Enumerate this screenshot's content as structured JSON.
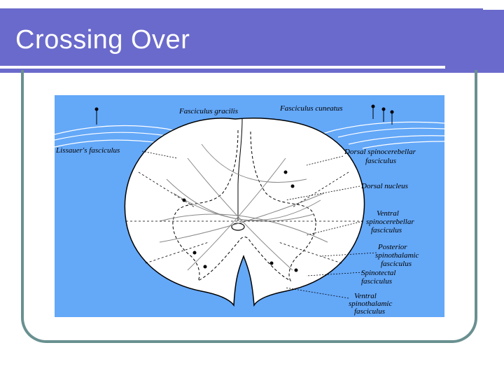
{
  "slide": {
    "title": "Crossing Over"
  },
  "colors": {
    "title_bar": "#6a6acc",
    "frame": "#6a9090",
    "figure_background": "#64a8f8",
    "cord": "#ffffff"
  },
  "diagram": {
    "labels": {
      "fasciculus_gracilis": "Fasciculus gracilis",
      "fasciculus_cuneatus": "Fasciculus cuneatus",
      "lissauers_fasciculus": "Lissauer's fasciculus",
      "dorsal_spinocerebellar_1": "Dorsal spinocerebellar",
      "dorsal_spinocerebellar_2": "fasciculus",
      "dorsal_nucleus": "Dorsal nucleus",
      "ventral_spinocerebellar_1": "Ventral",
      "ventral_spinocerebellar_2": "spinocerebellar",
      "ventral_spinocerebellar_3": "fasciculus",
      "posterior_spinothalamic_1": "Posterior",
      "posterior_spinothalamic_2": "spinothalamic",
      "posterior_spinothalamic_3": "fasciculus",
      "spinotectal_1": "Spinotectal",
      "spinotectal_2": "fasciculus",
      "ventral_spinothalamic_1": "Ventral",
      "ventral_spinothalamic_2": "spinothalamic",
      "ventral_spinothalamic_3": "fasciculus"
    }
  }
}
